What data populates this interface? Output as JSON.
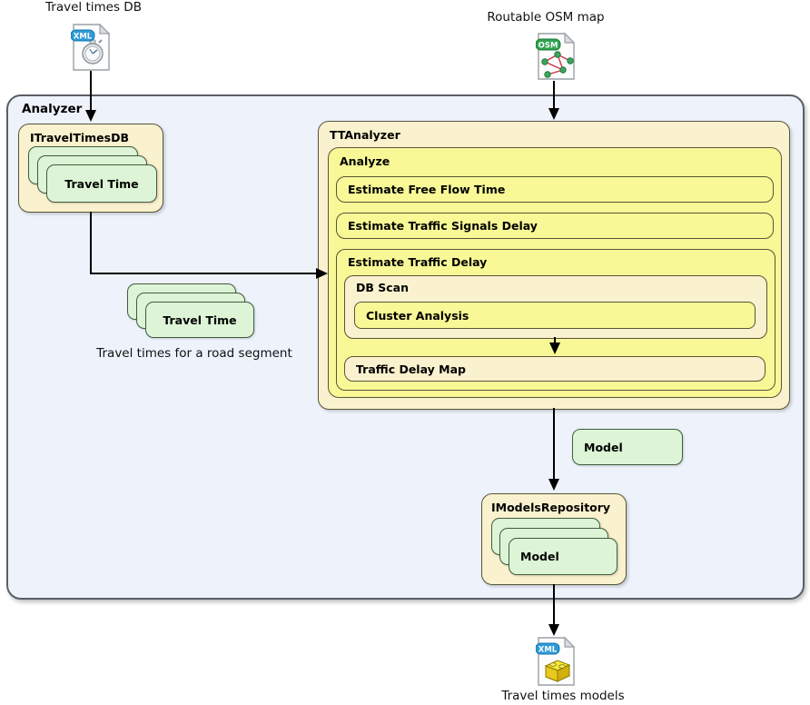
{
  "inputs": {
    "travel_times_db": {
      "label": "Travel times DB",
      "badge": "XML"
    },
    "routable_osm_map": {
      "label": "Routable OSM map",
      "badge": "OSM"
    }
  },
  "output": {
    "travel_times_models": {
      "label": "Travel times models",
      "badge": "XML"
    }
  },
  "analyzer": {
    "title": "Analyzer",
    "itravel_times_db": {
      "title": "ITravelTimesDB",
      "stack_label": "Travel Time"
    },
    "travel_time_stack": {
      "label": "Travel Time",
      "caption": "Travel times for a road segment"
    },
    "tt_analyzer": {
      "title": "TTAnalyzer",
      "analyze": {
        "title": "Analyze",
        "steps": [
          "Estimate Free Flow Time",
          "Estimate Traffic Signals Delay"
        ],
        "estimate_traffic_delay": {
          "title": "Estimate Traffic Delay",
          "db_scan": {
            "title": "DB Scan",
            "cluster_analysis": "Cluster Analysis"
          },
          "traffic_delay_map": "Traffic Delay Map"
        }
      }
    },
    "model_box": {
      "label": "Model"
    },
    "imodels_repository": {
      "title": "IModelsRepository",
      "stack_label": "Model"
    }
  },
  "colors": {
    "container_fill": "#EDF2FB",
    "container_border": "#5A5F66",
    "cream_fill": "#FAF1CE",
    "yellow_fill": "#F8F896",
    "green_fill": "#DDF5D6",
    "green_border": "#415C3F",
    "box_border": "#56563A",
    "xml_badge_color": "#2E9BD6",
    "osm_badge_color": "#2FA44E",
    "arrow_color": "#000000"
  }
}
